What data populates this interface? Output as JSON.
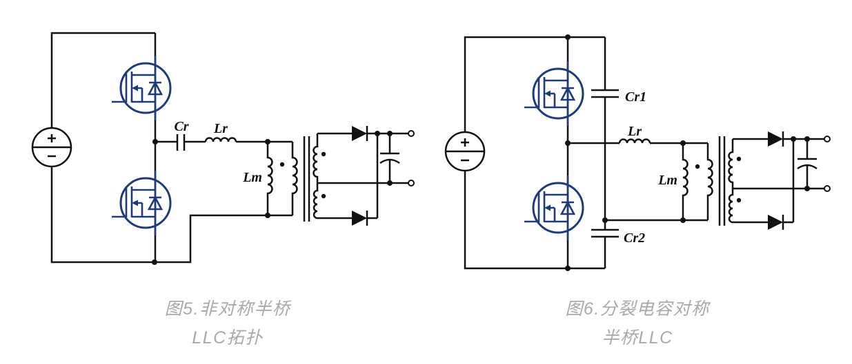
{
  "figures": [
    {
      "id": "figure5",
      "caption_line1": "图5.非对称半桥",
      "caption_line2": "LLC拓扑",
      "labels": {
        "cr": "Cr",
        "lr": "Lr",
        "lm": "Lm"
      }
    },
    {
      "id": "figure6",
      "caption_line1": "图6.分裂电容对称",
      "caption_line2": "半桥LLC",
      "labels": {
        "cr1": "Cr1",
        "lr": "Lr",
        "lm": "Lm",
        "cr2": "Cr2"
      }
    }
  ],
  "colors": {
    "wire": "#111111",
    "mosfet": "#1e3a78",
    "caption": "#a9a9a9",
    "label": "#111111",
    "background": "#ffffff"
  }
}
